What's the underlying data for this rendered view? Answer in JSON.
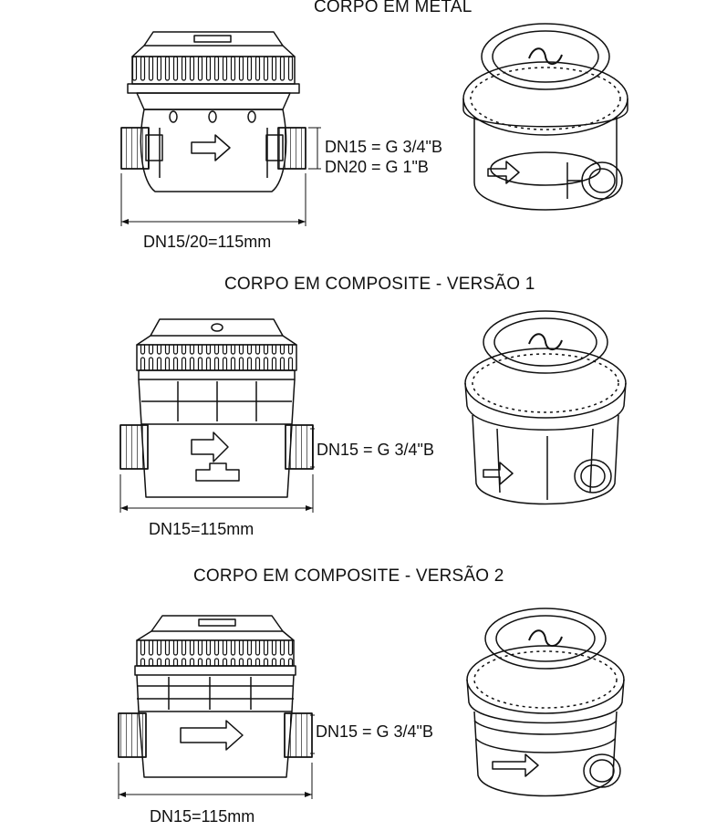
{
  "sections": [
    {
      "title": "CORPO EM METAL",
      "thread_labels": [
        "DN15 = G 3/4\"B",
        "DN20 = G 1\"B"
      ],
      "length_label": "DN15/20=115mm"
    },
    {
      "title": "CORPO EM COMPOSITE - VERSÃO 1",
      "thread_labels": [
        "DN15 = G 3/4\"B"
      ],
      "length_label": "DN15=115mm"
    },
    {
      "title": "CORPO EM COMPOSITE - VERSÃO 2",
      "thread_labels": [
        "DN15 = G 3/4\"B"
      ],
      "length_label": "DN15=115mm"
    }
  ],
  "colors": {
    "line": "#111111",
    "background": "#ffffff"
  }
}
